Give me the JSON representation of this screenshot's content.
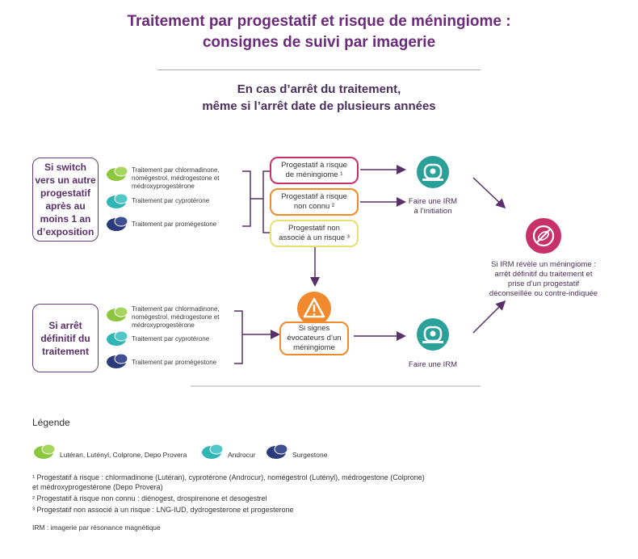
{
  "title": {
    "line1": "Traitement par progestatif et risque de méningiome :",
    "line2": "consignes de suivi par imagerie"
  },
  "subtitle": {
    "line1": "En cas d’arrêt du traitement,",
    "line2": "même si l’arrêt date de plusieurs années"
  },
  "colors": {
    "green": "#8cc63f",
    "teal": "#2fb5b5",
    "navy": "#2b3a7a",
    "purple": "#6b3a7c",
    "magenta": "#c8306a",
    "orange": "#f08a2c",
    "yellow": "#e6e070"
  },
  "switch_box": {
    "lines": [
      "Si switch",
      "vers un autre",
      "progestatif",
      "après au",
      "moins 1 an",
      "d’exposition"
    ]
  },
  "stop_box": {
    "lines": [
      "Si arrêt",
      "définitif du",
      "traitement"
    ]
  },
  "switch_treatments": [
    {
      "text": "Traitement par chlormadinone,\nnomégestrol, médrogestone et\nmédroxyprogestérone",
      "icon": "green-pill-icon"
    },
    {
      "text": "Traitement par cyprotérone",
      "icon": "teal-pill-icon"
    },
    {
      "text": "Traitement par promégestone",
      "icon": "navy-pill-icon"
    }
  ],
  "stop_treatments": [
    {
      "text": "Traitement par chlormadinone,\nnomégestrol, médrogestone et\nmédroxyprogestérone",
      "icon": "green-pill-icon"
    },
    {
      "text": "Traitement par cyprotérone",
      "icon": "teal-pill-icon"
    },
    {
      "text": "Traitement par promégestone",
      "icon": "navy-pill-icon"
    }
  ],
  "risk_boxes": {
    "known": "Progestatif à risque\nde méningiome ¹",
    "unknown": "Progestatif à risque\nnon connu ²",
    "none": "Progestatif non\nassocié à un risque ³"
  },
  "irm_initiation": "Faire une IRM\nà l’initiation",
  "signs_box": "Si signes\névocateurs d’un\nméningiome",
  "irm_do": "Faire une IRM",
  "result_text": "Si IRM révèle un méningiome :\narrêt définitif du traitement et\nprise d’un progestatif\ndéconseillée ou contre-indiquée",
  "legend": {
    "title": "Légende",
    "items": [
      {
        "label": "Lutéran, Lutényl, Colprone, Depo Provera",
        "icon": "green-pill-icon"
      },
      {
        "label": "Androcur",
        "icon": "teal-pill-icon"
      },
      {
        "label": "Surgestone",
        "icon": "navy-pill-icon"
      }
    ]
  },
  "footnotes": {
    "n1": "¹ Progestatif à risque : chlormadinone (Lutéran), cyprotérone (Androcur), nomégestrol (Lutényl), médrogestone (Colprone)\net médroxyprogestérone (Depo Provera)",
    "n2": "² Progestatif à risque non connu : diénogest, drospirenone et desogestrel",
    "n3": "³ Progestatif non associé à un risque : LNG-IUD, dydrogesterone et progesterone",
    "irm": "IRM : imagerie par résonance magnétique"
  }
}
